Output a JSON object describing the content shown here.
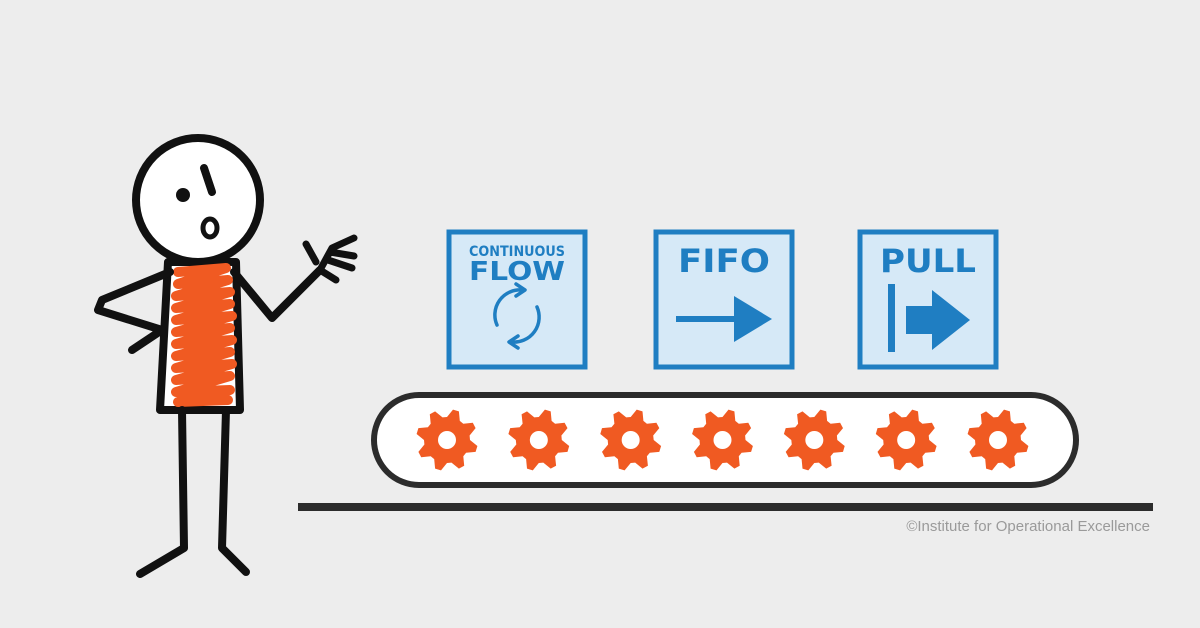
{
  "boxes": {
    "continuous_flow": {
      "line1": "CONTINUOUS",
      "line2": "FLOW"
    },
    "fifo": {
      "label": "FIFO"
    },
    "pull": {
      "label": "PULL"
    }
  },
  "gear_count": 7,
  "copyright": "©Institute for Operational Excellence",
  "colors": {
    "background": "#ededed",
    "box_border": "#1f7ec2",
    "box_fill": "#d6e9f7",
    "gear": "#f05a22",
    "line": "#111111"
  }
}
